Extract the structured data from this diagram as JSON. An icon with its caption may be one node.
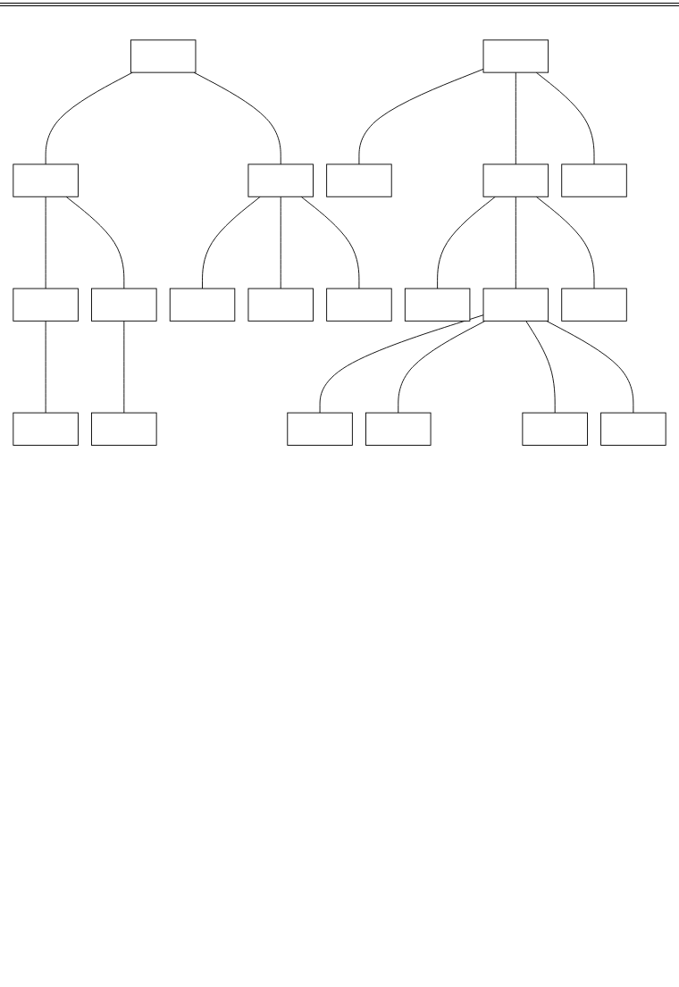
{
  "diagram": {
    "nodes": [
      {
        "text": [],
        "shape": "box"
      },
      {
        "text": [],
        "shape": "box"
      },
      {
        "text": [],
        "shape": "box"
      },
      {
        "text": [],
        "shape": "box"
      },
      {
        "text": [],
        "shape": "box"
      },
      {
        "text": [],
        "shape": "box"
      },
      {
        "text": [],
        "shape": "box"
      },
      {
        "text": [],
        "shape": "box"
      },
      {
        "text": [],
        "shape": "box"
      },
      {
        "text": [],
        "shape": "box"
      },
      {
        "text": [],
        "shape": "box"
      },
      {
        "text": [],
        "shape": "box"
      },
      {
        "text": [],
        "shape": "box"
      },
      {
        "text": [],
        "shape": "box"
      },
      {
        "text": [],
        "shape": "box"
      },
      {
        "text": [],
        "shape": "box"
      },
      {
        "text": [],
        "shape": "box"
      },
      {
        "text": [],
        "shape": "box"
      },
      {
        "text": [],
        "shape": "box"
      },
      {
        "text": [],
        "shape": "box"
      },
      {
        "text": [],
        "shape": "box"
      }
    ],
    "edges": [
      {
        "from": 0,
        "to": 1,
        "arrow": "none"
      },
      {
        "from": 0,
        "to": 2,
        "arrow": "none"
      },
      {
        "from": 1,
        "to": 3,
        "arrow": "none"
      },
      {
        "from": 1,
        "to": 4,
        "arrow": "none"
      },
      {
        "from": 2,
        "to": 5,
        "arrow": "none"
      },
      {
        "from": 2,
        "to": 8,
        "arrow": "none"
      },
      {
        "from": 2,
        "to": 9,
        "arrow": "none"
      },
      {
        "from": 3,
        "to": 6,
        "arrow": "none"
      },
      {
        "from": 4,
        "to": 7,
        "arrow": "none"
      },
      {
        "from": 10,
        "to": 11,
        "arrow": "none"
      },
      {
        "from": 10,
        "to": 12,
        "arrow": "none"
      },
      {
        "from": 10,
        "to": 13,
        "arrow": "none"
      },
      {
        "from": 12,
        "to": 14,
        "arrow": "none"
      },
      {
        "from": 12,
        "to": 15,
        "arrow": "none"
      },
      {
        "from": 12,
        "to": 16,
        "arrow": "none"
      },
      {
        "from": 15,
        "to": 17,
        "arrow": "none"
      },
      {
        "from": 15,
        "to": 18,
        "arrow": "none"
      },
      {
        "from": 15,
        "to": 19,
        "arrow": "none"
      },
      {
        "from": 15,
        "to": 20,
        "arrow": "none"
      }
    ]
  }
}
